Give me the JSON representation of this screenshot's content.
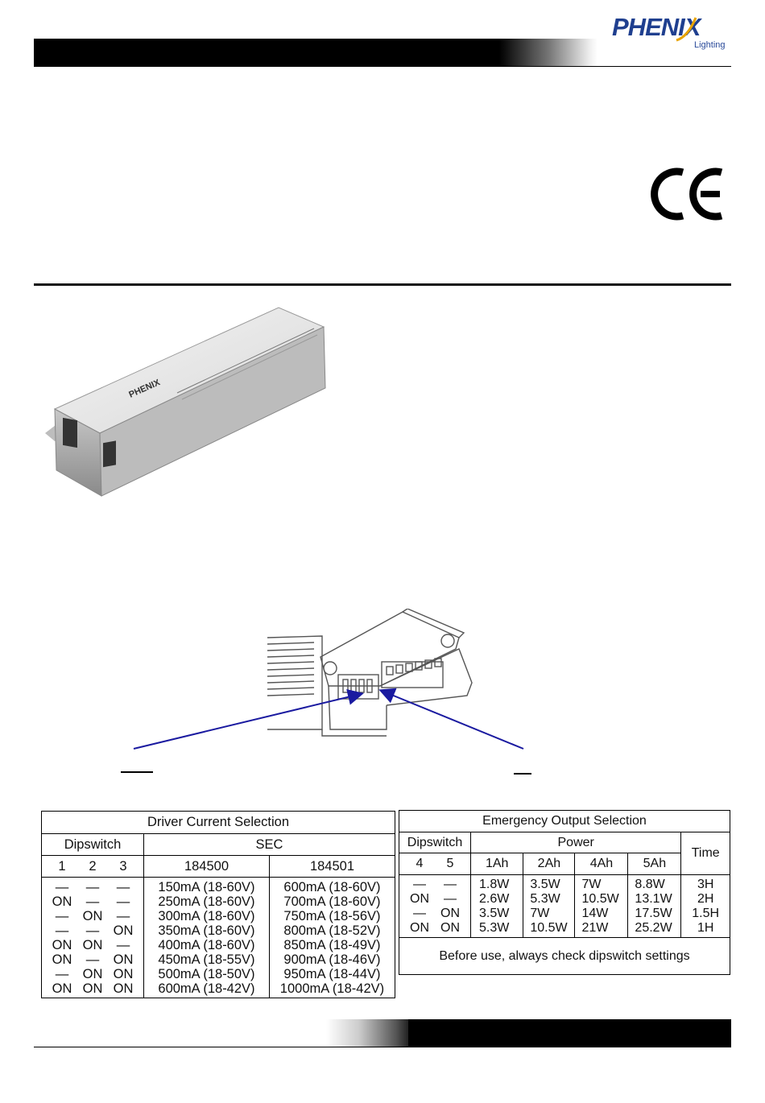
{
  "logo": {
    "word": "PHENIX",
    "sub": "Lighting"
  },
  "current_table": {
    "title": "Driver Current Selection",
    "dipswitch_label": "Dipswitch",
    "sec_label": "SEC",
    "switch_numbers": [
      "1",
      "2",
      "3"
    ],
    "models": [
      "184500",
      "184501"
    ],
    "switch_rows": [
      [
        "—",
        "—",
        "—"
      ],
      [
        "ON",
        "—",
        "—"
      ],
      [
        "—",
        "ON",
        "—"
      ],
      [
        "—",
        "—",
        "ON"
      ],
      [
        "ON",
        "ON",
        "—"
      ],
      [
        "ON",
        "—",
        "ON"
      ],
      [
        "—",
        "ON",
        "ON"
      ],
      [
        "ON",
        "ON",
        "ON"
      ]
    ],
    "col_184500": [
      "150mA (18-60V)",
      "250mA (18-60V)",
      "300mA (18-60V)",
      "350mA (18-60V)",
      "400mA (18-60V)",
      "450mA (18-55V)",
      "500mA (18-50V)",
      "600mA (18-42V)"
    ],
    "col_184501": [
      "600mA (18-60V)",
      "700mA (18-60V)",
      "750mA (18-56V)",
      "800mA (18-52V)",
      "850mA (18-49V)",
      "900mA (18-46V)",
      "950mA (18-44V)",
      "1000mA (18-42V)"
    ]
  },
  "emergency_table": {
    "title": "Emergency Output Selection",
    "dipswitch_label": "Dipswitch",
    "power_label": "Power",
    "time_label": "Time",
    "switch_numbers": [
      "4",
      "5"
    ],
    "capacities": [
      "1Ah",
      "2Ah",
      "4Ah",
      "5Ah"
    ],
    "switch_rows": [
      [
        "—",
        "—"
      ],
      [
        "ON",
        "—"
      ],
      [
        "—",
        "ON"
      ],
      [
        "ON",
        "ON"
      ]
    ],
    "col_1ah": [
      "1.8W",
      "2.6W",
      "3.5W",
      "5.3W"
    ],
    "col_2ah": [
      "3.5W",
      "5.3W",
      "7W",
      "10.5W"
    ],
    "col_4ah": [
      "7W",
      "10.5W",
      "14W",
      "21W"
    ],
    "col_5ah": [
      "8.8W",
      "13.1W",
      "17.5W",
      "25.2W"
    ],
    "times": [
      "3H",
      "2H",
      "1.5H",
      "1H"
    ],
    "note": "Before use, always check dipswitch settings"
  },
  "product_label": {
    "brand": "PHENIX"
  }
}
